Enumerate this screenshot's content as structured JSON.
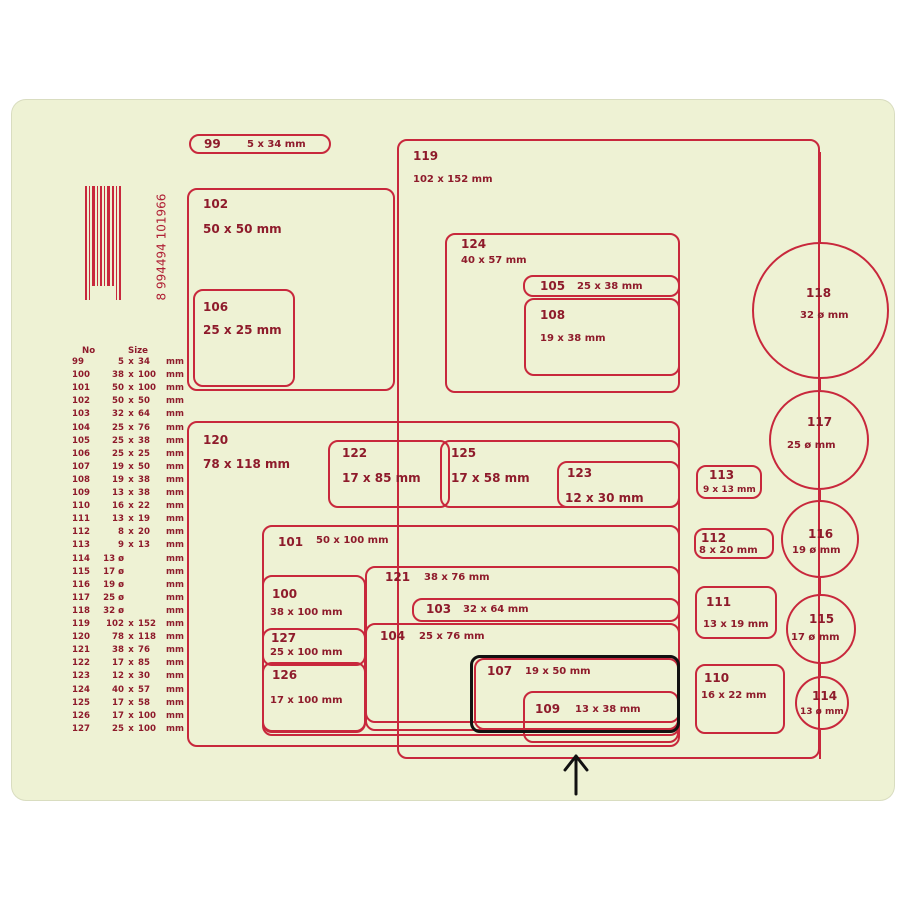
{
  "barcode_number": "8 994494 101966",
  "table": {
    "header_no": "No",
    "header_size": "Size",
    "rows": [
      {
        "no": "99",
        "a": "5",
        "b": "34",
        "u": "mm"
      },
      {
        "no": "100",
        "a": "38",
        "b": "100",
        "u": "mm"
      },
      {
        "no": "101",
        "a": "50",
        "b": "100",
        "u": "mm"
      },
      {
        "no": "102",
        "a": "50",
        "b": "50",
        "u": "mm"
      },
      {
        "no": "103",
        "a": "32",
        "b": "64",
        "u": "mm"
      },
      {
        "no": "104",
        "a": "25",
        "b": "76",
        "u": "mm"
      },
      {
        "no": "105",
        "a": "25",
        "b": "38",
        "u": "mm"
      },
      {
        "no": "106",
        "a": "25",
        "b": "25",
        "u": "mm"
      },
      {
        "no": "107",
        "a": "19",
        "b": "50",
        "u": "mm"
      },
      {
        "no": "108",
        "a": "19",
        "b": "38",
        "u": "mm"
      },
      {
        "no": "109",
        "a": "13",
        "b": "38",
        "u": "mm"
      },
      {
        "no": "110",
        "a": "16",
        "b": "22",
        "u": "mm"
      },
      {
        "no": "111",
        "a": "13",
        "b": "19",
        "u": "mm"
      },
      {
        "no": "112",
        "a": "8",
        "b": "20",
        "u": "mm"
      },
      {
        "no": "113",
        "a": "9",
        "b": "13",
        "u": "mm"
      },
      {
        "no": "114",
        "a": "13 ø",
        "b": "",
        "u": "mm"
      },
      {
        "no": "115",
        "a": "17 ø",
        "b": "",
        "u": "mm"
      },
      {
        "no": "116",
        "a": "19 ø",
        "b": "",
        "u": "mm"
      },
      {
        "no": "117",
        "a": "25 ø",
        "b": "",
        "u": "mm"
      },
      {
        "no": "118",
        "a": "32 ø",
        "b": "",
        "u": "mm"
      },
      {
        "no": "119",
        "a": "102",
        "b": "152",
        "u": "mm"
      },
      {
        "no": "120",
        "a": "78",
        "b": "118",
        "u": "mm"
      },
      {
        "no": "121",
        "a": "38",
        "b": "76",
        "u": "mm"
      },
      {
        "no": "122",
        "a": "17",
        "b": "85",
        "u": "mm"
      },
      {
        "no": "123",
        "a": "12",
        "b": "30",
        "u": "mm"
      },
      {
        "no": "124",
        "a": "40",
        "b": "57",
        "u": "mm"
      },
      {
        "no": "125",
        "a": "17",
        "b": "58",
        "u": "mm"
      },
      {
        "no": "126",
        "a": "17",
        "b": "100",
        "u": "mm"
      },
      {
        "no": "127",
        "a": "25",
        "b": "100",
        "u": "mm"
      }
    ]
  },
  "labels": {
    "l99": {
      "no": "99",
      "size": "5 x 34 mm"
    },
    "l102": {
      "no": "102",
      "size": "50 x 50 mm"
    },
    "l106": {
      "no": "106",
      "size": "25 x 25 mm"
    },
    "l119": {
      "no": "119",
      "size": "102 x 152 mm"
    },
    "l124": {
      "no": "124",
      "size": "40 x 57 mm"
    },
    "l105": {
      "no": "105",
      "size": "25 x 38 mm"
    },
    "l108": {
      "no": "108",
      "size": "19 x 38 mm"
    },
    "l118": {
      "no": "118",
      "size": "32 ø mm"
    },
    "l117": {
      "no": "117",
      "size": "25 ø mm"
    },
    "l116": {
      "no": "116",
      "size": "19 ø mm"
    },
    "l115": {
      "no": "115",
      "size": "17 ø mm"
    },
    "l114": {
      "no": "114",
      "size": "13 ø mm"
    },
    "l120": {
      "no": "120",
      "size": "78 x 118 mm"
    },
    "l122": {
      "no": "122",
      "size": "17 x 85 mm"
    },
    "l125": {
      "no": "125",
      "size": "17 x 58 mm"
    },
    "l123": {
      "no": "123",
      "size": "12 x 30 mm"
    },
    "l113": {
      "no": "113",
      "size": "9 x 13 mm"
    },
    "l112": {
      "no": "112",
      "size": "8 x 20 mm"
    },
    "l111": {
      "no": "111",
      "size": "13 x 19 mm"
    },
    "l110": {
      "no": "110",
      "size": "16 x 22 mm"
    },
    "l101": {
      "no": "101",
      "size": "50 x 100 mm"
    },
    "l100": {
      "no": "100",
      "size": "38 x 100 mm"
    },
    "l127": {
      "no": "127",
      "size": "25 x 100 mm"
    },
    "l126": {
      "no": "126",
      "size": "17 x 100 mm"
    },
    "l121": {
      "no": "121",
      "size": "38 x 76 mm"
    },
    "l103": {
      "no": "103",
      "size": "32 x 64 mm"
    },
    "l104": {
      "no": "104",
      "size": "25 x 76 mm"
    },
    "l107": {
      "no": "107",
      "size": "19 x 50 mm"
    },
    "l109": {
      "no": "109",
      "size": "13 x 38 mm"
    }
  },
  "colors": {
    "sheet": "#eef2d4",
    "outline": "#c8283c",
    "text": "#8e1b2b",
    "highlight": "#111111"
  },
  "icons": {
    "arrow": "up-arrow-icon"
  }
}
